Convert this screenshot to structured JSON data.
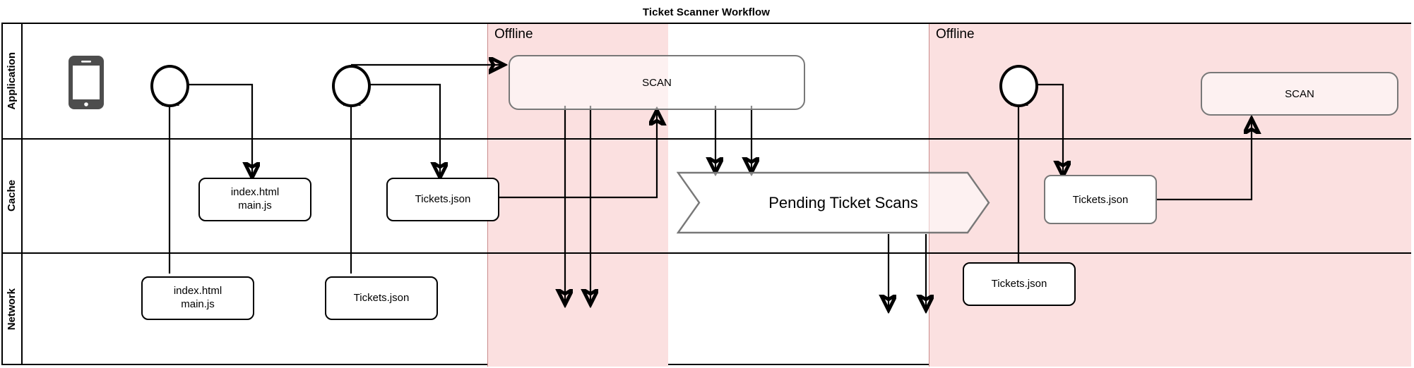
{
  "title": "Ticket Scanner Workflow",
  "lanes": [
    {
      "id": "application",
      "label": "Application"
    },
    {
      "id": "cache",
      "label": "Cache"
    },
    {
      "id": "network",
      "label": "Network"
    }
  ],
  "offline_regions": [
    {
      "id": "offline-1",
      "label": "Offline"
    },
    {
      "id": "offline-2",
      "label": "Offline"
    }
  ],
  "application_lane": {
    "phone_icon": "mobile-phone-icon",
    "actors": [
      {
        "id": "actor-1",
        "label": ""
      },
      {
        "id": "actor-2",
        "label": ""
      },
      {
        "id": "actor-3",
        "label": ""
      }
    ],
    "scan_boxes": [
      {
        "id": "scan-1",
        "label": "SCAN"
      },
      {
        "id": "scan-2",
        "label": "SCAN"
      }
    ]
  },
  "cache_lane": {
    "boxes": [
      {
        "id": "cache-index",
        "label": "index.html\nmain.js",
        "line1": "index.html",
        "line2": "main.js"
      },
      {
        "id": "cache-tickets",
        "label": "Tickets.json",
        "line1": "Tickets.json",
        "line2": ""
      },
      {
        "id": "cache-tickets-2",
        "label": "Tickets.json",
        "line1": "Tickets.json",
        "line2": ""
      }
    ],
    "pending_store": {
      "id": "pending-ticket-scans",
      "label": "Pending Ticket Scans"
    }
  },
  "network_lane": {
    "boxes": [
      {
        "id": "net-index",
        "line1": "index.html",
        "line2": "main.js"
      },
      {
        "id": "net-tickets",
        "line1": "Tickets.json",
        "line2": ""
      },
      {
        "id": "net-tickets-2",
        "line1": "Tickets.json",
        "line2": ""
      }
    ]
  },
  "colors": {
    "offline_fill": "#fbe0e0",
    "offline_border": "#c98b8b",
    "stroke": "#000000",
    "soft_stroke": "#787878",
    "phone_body": "#4d4d4d",
    "background": "#ffffff"
  }
}
